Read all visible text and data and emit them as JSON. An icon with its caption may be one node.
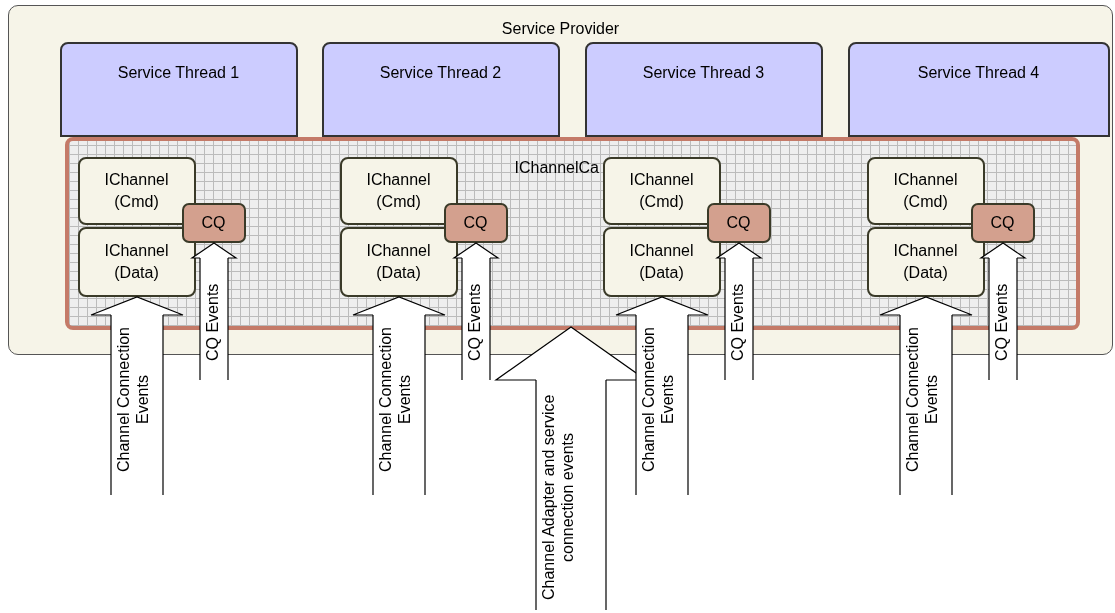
{
  "diagram": {
    "nodes": [
      {
        "text": [
          "Service Provider"
        ]
      },
      {
        "text": [
          "Service Thread 1"
        ],
        "in": 0
      },
      {
        "text": [
          "Service Thread 2"
        ],
        "in": 0
      },
      {
        "text": [
          "Service Thread 3"
        ],
        "in": 0
      },
      {
        "text": [
          "Service Thread 4"
        ],
        "in": 0
      },
      {
        "text": [
          "IChannelCa"
        ],
        "in": 0
      },
      {
        "text": [
          "IChannel (Cmd)"
        ],
        "in": 5
      },
      {
        "text": [
          "IChannel (Data)"
        ],
        "in": 5
      },
      {
        "text": [
          "CQ"
        ],
        "in": 5
      },
      {
        "text": [
          "IChannel (Cmd)"
        ],
        "in": 5
      },
      {
        "text": [
          "IChannel (Data)"
        ],
        "in": 5
      },
      {
        "text": [
          "CQ"
        ],
        "in": 5
      },
      {
        "text": [
          "IChannel (Cmd)"
        ],
        "in": 5
      },
      {
        "text": [
          "IChannel (Data)"
        ],
        "in": 5
      },
      {
        "text": [
          "CQ"
        ],
        "in": 5
      },
      {
        "text": [
          "IChannel (Cmd)"
        ],
        "in": 5
      },
      {
        "text": [
          "IChannel (Data)"
        ],
        "in": 5
      },
      {
        "text": [
          "CQ"
        ],
        "in": 5
      }
    ],
    "edges": [
      {
        "from": null,
        "to": 7,
        "arrow": "to",
        "label": "Channel Connection Events"
      },
      {
        "from": null,
        "to": 8,
        "arrow": "to",
        "label": "CQ Events"
      },
      {
        "from": null,
        "to": 10,
        "arrow": "to",
        "label": "Channel Connection Events"
      },
      {
        "from": null,
        "to": 11,
        "arrow": "to",
        "label": "CQ Events"
      },
      {
        "from": null,
        "to": 5,
        "arrow": "to",
        "label": "Channel Adapter and service connection events"
      },
      {
        "from": null,
        "to": 13,
        "arrow": "to",
        "label": "Channel Connection Events"
      },
      {
        "from": null,
        "to": 14,
        "arrow": "to",
        "label": "CQ Events"
      },
      {
        "from": null,
        "to": 16,
        "arrow": "to",
        "label": "Channel Connection Events"
      },
      {
        "from": null,
        "to": 17,
        "arrow": "to",
        "label": "CQ Events"
      }
    ]
  }
}
